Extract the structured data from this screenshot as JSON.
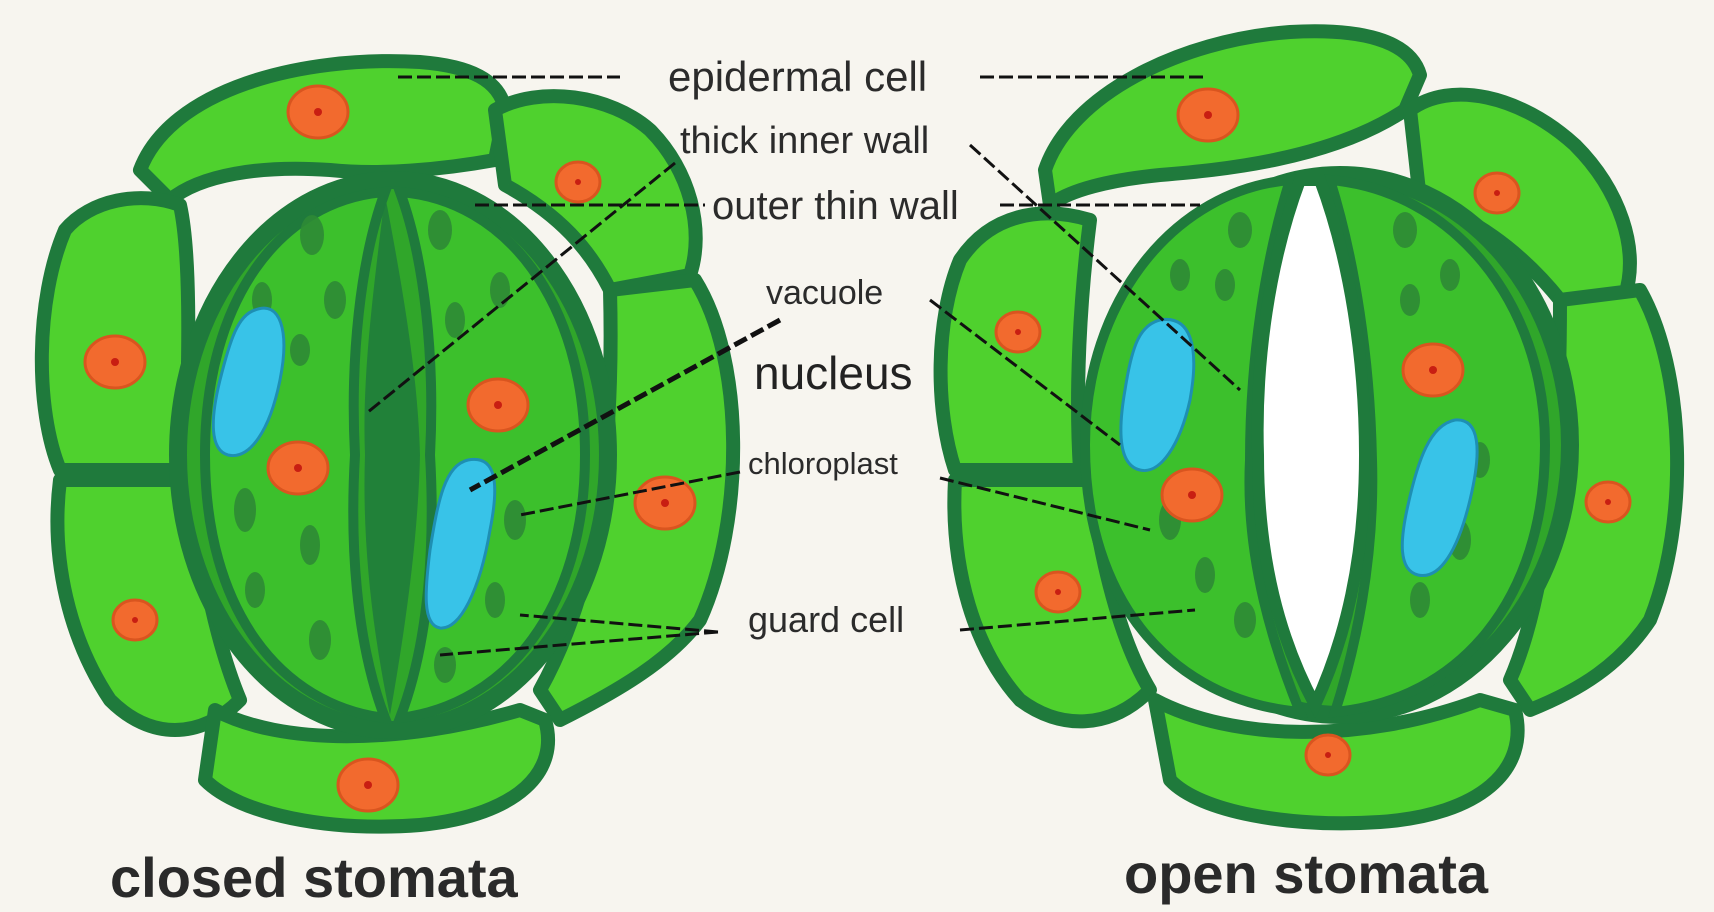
{
  "diagram": {
    "labels": {
      "epidermal_cell": "epidermal cell",
      "thick_inner_wall": "thick inner wall",
      "outer_thin_wall": "outer thin wall",
      "vacuole": "vacuole",
      "nucleus": "nucleus",
      "chloroplast": "chloroplast",
      "guard_cell": "guard cell"
    },
    "captions": {
      "closed": "closed stomata",
      "open": "open stomata"
    },
    "colors": {
      "background": "#f7f5ef",
      "cell_fill": "#4fd12e",
      "cell_wall": "#1f7a3c",
      "guard_fill": "#37b52a",
      "nucleus": "#f26a2e",
      "nucleus_core": "#e0301c",
      "vacuole": "#38c3e8",
      "chloroplast": "#2e8a35",
      "leader_line": "#111111"
    }
  }
}
